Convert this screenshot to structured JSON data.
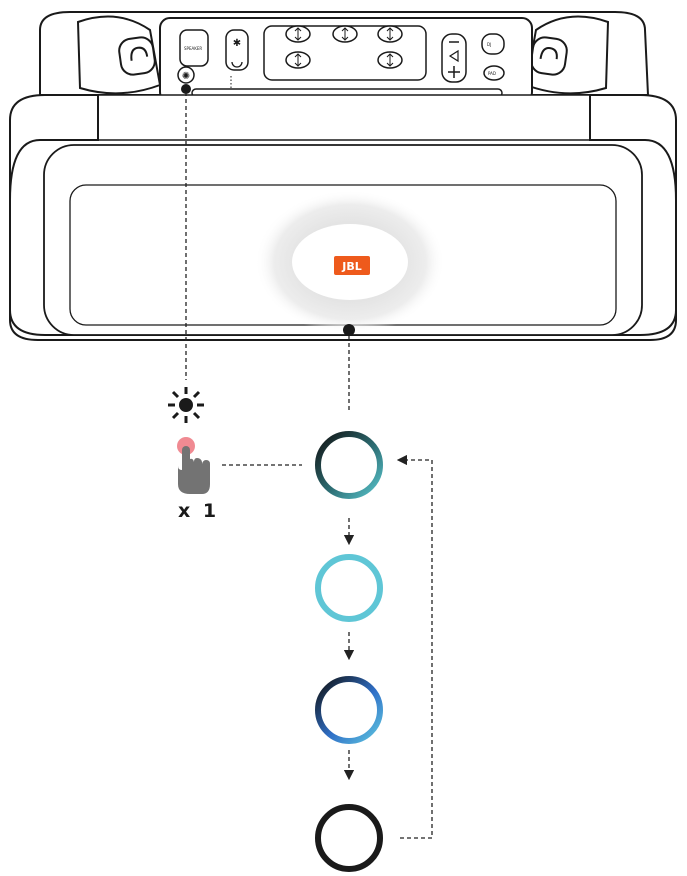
{
  "brand": {
    "logo_text": "JBL",
    "logo_color": "#ee5a1c"
  },
  "speaker": {
    "top_panel": {
      "button_labels": [
        "SPEAKER",
        "DJ",
        "PAD"
      ],
      "icons": [
        "light-button-icon",
        "bluetooth-icon",
        "power-icon",
        "volume-minus-icon",
        "volume-plus-icon",
        "play-pause-icon"
      ]
    }
  },
  "instruction": {
    "press_count": "x 1",
    "icons": [
      "light-sun-icon",
      "finger-press-icon"
    ],
    "press_dot_color": "#f08a92"
  },
  "light_modes": [
    {
      "name": "mode-1",
      "style": "gradient",
      "colors": [
        "#111111",
        "#2d6e74",
        "#58c4cc"
      ]
    },
    {
      "name": "mode-2",
      "style": "solid",
      "colors": [
        "#5fc6d6"
      ]
    },
    {
      "name": "mode-3",
      "style": "gradient",
      "colors": [
        "#111111",
        "#2f6fc7",
        "#5fc6e0"
      ]
    },
    {
      "name": "mode-4",
      "style": "solid",
      "colors": [
        "#1a1a1a"
      ]
    }
  ]
}
